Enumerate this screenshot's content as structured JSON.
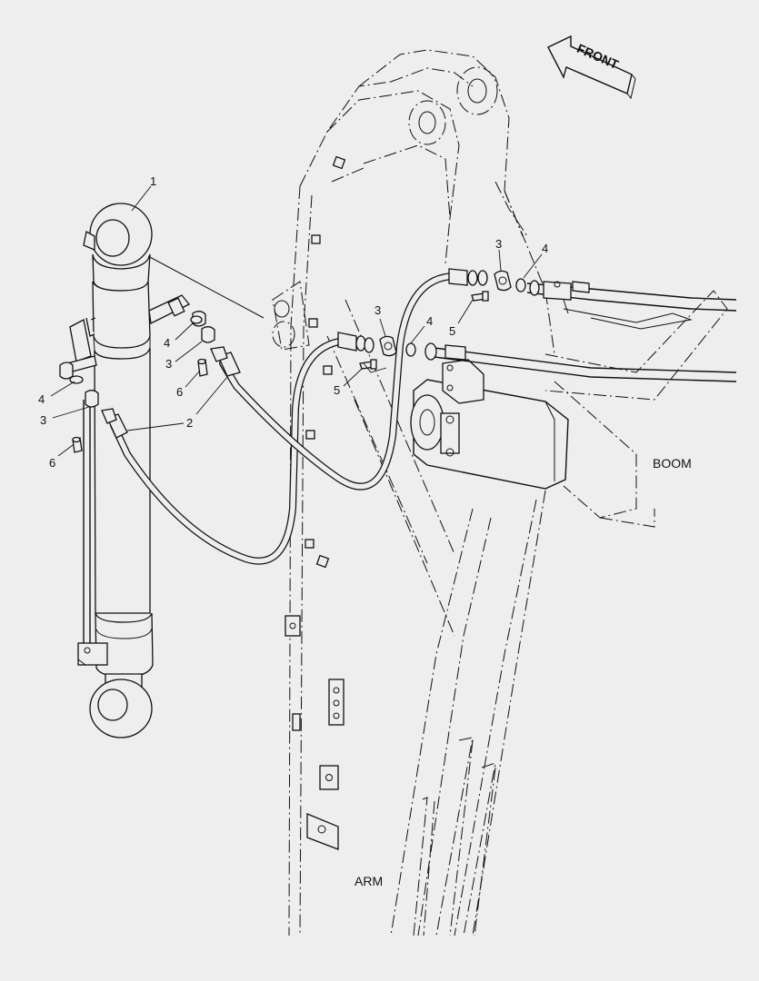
{
  "orientation": {
    "front_label": "FRONT"
  },
  "areas": {
    "boom_label": "BOOM",
    "arm_label": "ARM"
  },
  "callouts": {
    "c1": "1",
    "c2": "2",
    "c3_left_lower": "3",
    "c4_left_lower": "4",
    "c6_left_lower": "6",
    "c3_left_upper": "3",
    "c4_left_upper": "4",
    "c6_left_upper": "6",
    "c3_mid": "3",
    "c4_mid": "4",
    "c5_mid": "5",
    "c3_right": "3",
    "c4_right": "4",
    "c5_right": "5"
  }
}
